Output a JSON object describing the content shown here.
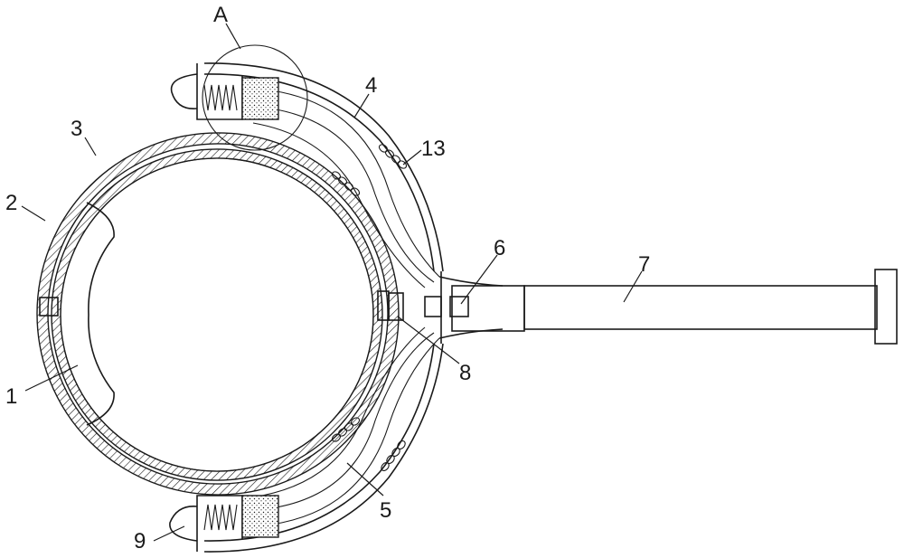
{
  "labels": {
    "A": "A",
    "n1": "1",
    "n2": "2",
    "n3": "3",
    "n4": "4",
    "n5": "5",
    "n6": "6",
    "n7": "7",
    "n8": "8",
    "n9": "9",
    "n13": "13"
  },
  "colors": {
    "line": "#1a1a1a",
    "background": "#ffffff"
  }
}
